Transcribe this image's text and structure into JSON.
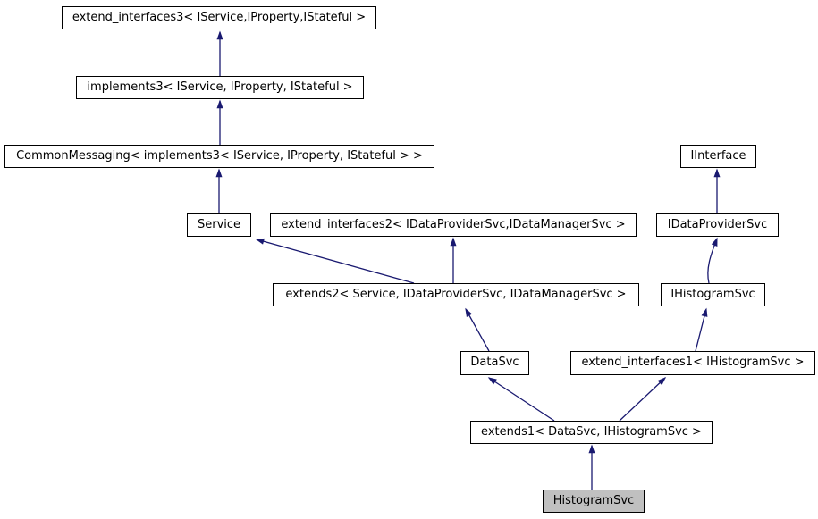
{
  "diagram": {
    "type": "class-inheritance-graph",
    "highlighted_node": "HistogramSvc",
    "colors": {
      "background": "#ffffff",
      "node_border": "#000000",
      "node_fill": "#ffffff",
      "highlight_fill": "#c0c0c0",
      "arrow": "#191970",
      "text": "#000000"
    },
    "nodes": [
      {
        "id": "extend_interfaces3",
        "label": "extend_interfaces3< IService,IProperty,IStateful >"
      },
      {
        "id": "implements3",
        "label": "implements3< IService, IProperty, IStateful >"
      },
      {
        "id": "CommonMessaging",
        "label": "CommonMessaging< implements3< IService, IProperty, IStateful > >"
      },
      {
        "id": "Service",
        "label": "Service"
      },
      {
        "id": "extend_interfaces2",
        "label": "extend_interfaces2< IDataProviderSvc,IDataManagerSvc >"
      },
      {
        "id": "IInterface",
        "label": "IInterface"
      },
      {
        "id": "IDataProviderSvc",
        "label": "IDataProviderSvc"
      },
      {
        "id": "extends2",
        "label": "extends2< Service, IDataProviderSvc, IDataManagerSvc >"
      },
      {
        "id": "IHistogramSvc",
        "label": "IHistogramSvc"
      },
      {
        "id": "DataSvc",
        "label": "DataSvc"
      },
      {
        "id": "extend_interfaces1",
        "label": "extend_interfaces1< IHistogramSvc >"
      },
      {
        "id": "extends1",
        "label": "extends1< DataSvc, IHistogramSvc >"
      },
      {
        "id": "HistogramSvc",
        "label": "HistogramSvc"
      }
    ],
    "edges": [
      {
        "from": "implements3",
        "to": "extend_interfaces3"
      },
      {
        "from": "CommonMessaging",
        "to": "implements3"
      },
      {
        "from": "Service",
        "to": "CommonMessaging"
      },
      {
        "from": "extends2",
        "to": "Service"
      },
      {
        "from": "extends2",
        "to": "extend_interfaces2"
      },
      {
        "from": "IDataProviderSvc",
        "to": "IInterface"
      },
      {
        "from": "IHistogramSvc",
        "to": "IDataProviderSvc"
      },
      {
        "from": "DataSvc",
        "to": "extends2"
      },
      {
        "from": "extend_interfaces1",
        "to": "IHistogramSvc"
      },
      {
        "from": "extends1",
        "to": "DataSvc"
      },
      {
        "from": "extends1",
        "to": "extend_interfaces1"
      },
      {
        "from": "HistogramSvc",
        "to": "extends1"
      }
    ]
  }
}
